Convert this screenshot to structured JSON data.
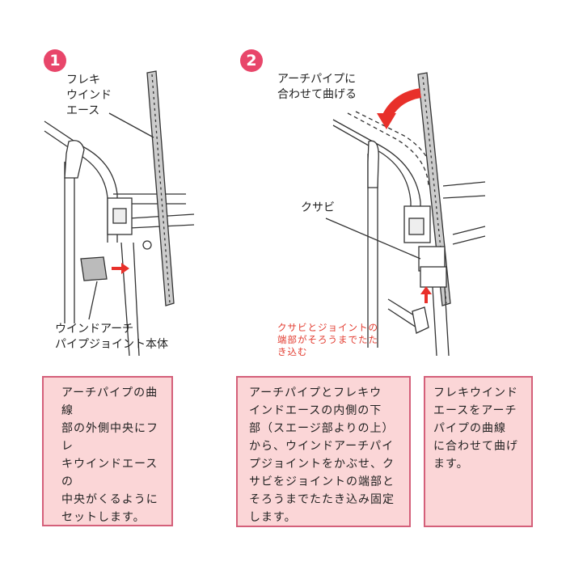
{
  "steps": [
    {
      "number": "1",
      "labels": {
        "product": "フレキ\nウインド\nエース",
        "joint": "ウインドアーチ\nパイプジョイント本体"
      },
      "description": "アーチパイプの曲線\n部の外側中央にフレ\nキウインドエースの\n中央がくるように\nセットします。"
    },
    {
      "number": "2",
      "labels": {
        "bend": "アーチパイプに\n合わせて曲げる",
        "wedge": "クサビ",
        "note": "クサビとジョイントの\n端部がそろうまでたた\nき込む"
      },
      "description": "アーチパイプとフレキウ\nインドエースの内側の下\n部（スエージ部よりの上）\nから、ウインドアーチパイ\nプジョイントをかぶせ、ク\nサビをジョイントの端部と\nそろうまでたたき込み固定\nします。",
      "description2": "フレキウインド\nエースをアーチ\nパイプの曲線\nに合わせて曲げ\nます。"
    }
  ],
  "colors": {
    "badge": "#e8466a",
    "box_fill": "#fbd6d7",
    "box_border": "#d4607a",
    "arrow": "#e8302a"
  }
}
